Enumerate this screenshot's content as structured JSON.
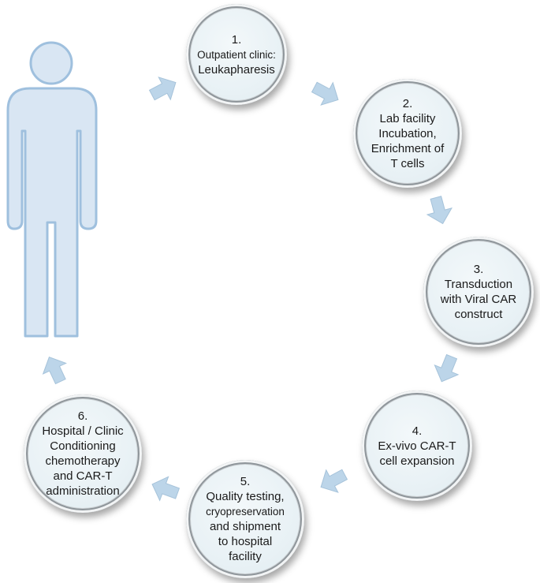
{
  "colors": {
    "arrow_fill": "#bcd5e9",
    "arrow_stroke": "#a6c3da",
    "person_fill": "#d9e6f3",
    "person_stroke": "#9fc0de",
    "node_fill": "#e8f1f5",
    "node_ring": "#8f969b"
  },
  "icons": {
    "person": "person-silhouette-icon",
    "arrow": "flow-arrow-icon"
  },
  "steps": [
    {
      "num": "1.",
      "lines": [
        "Outpatient clinic:",
        "Leukapharesis"
      ]
    },
    {
      "num": "2.",
      "lines": [
        "Lab facility",
        "Incubation,",
        "Enrichment of",
        "T cells"
      ]
    },
    {
      "num": "3.",
      "lines": [
        "Transduction",
        "with Viral CAR",
        "construct"
      ]
    },
    {
      "num": "4.",
      "lines": [
        "Ex-vivo CAR-T",
        "cell expansion"
      ]
    },
    {
      "num": "5.",
      "lines": [
        "Quality testing,",
        "cryopreservation",
        "and shipment",
        "to hospital",
        "facility"
      ]
    },
    {
      "num": "6.",
      "lines": [
        "Hospital / Clinic",
        "Conditioning",
        "chemotherapy",
        "and CAR-T",
        "administration"
      ]
    }
  ]
}
